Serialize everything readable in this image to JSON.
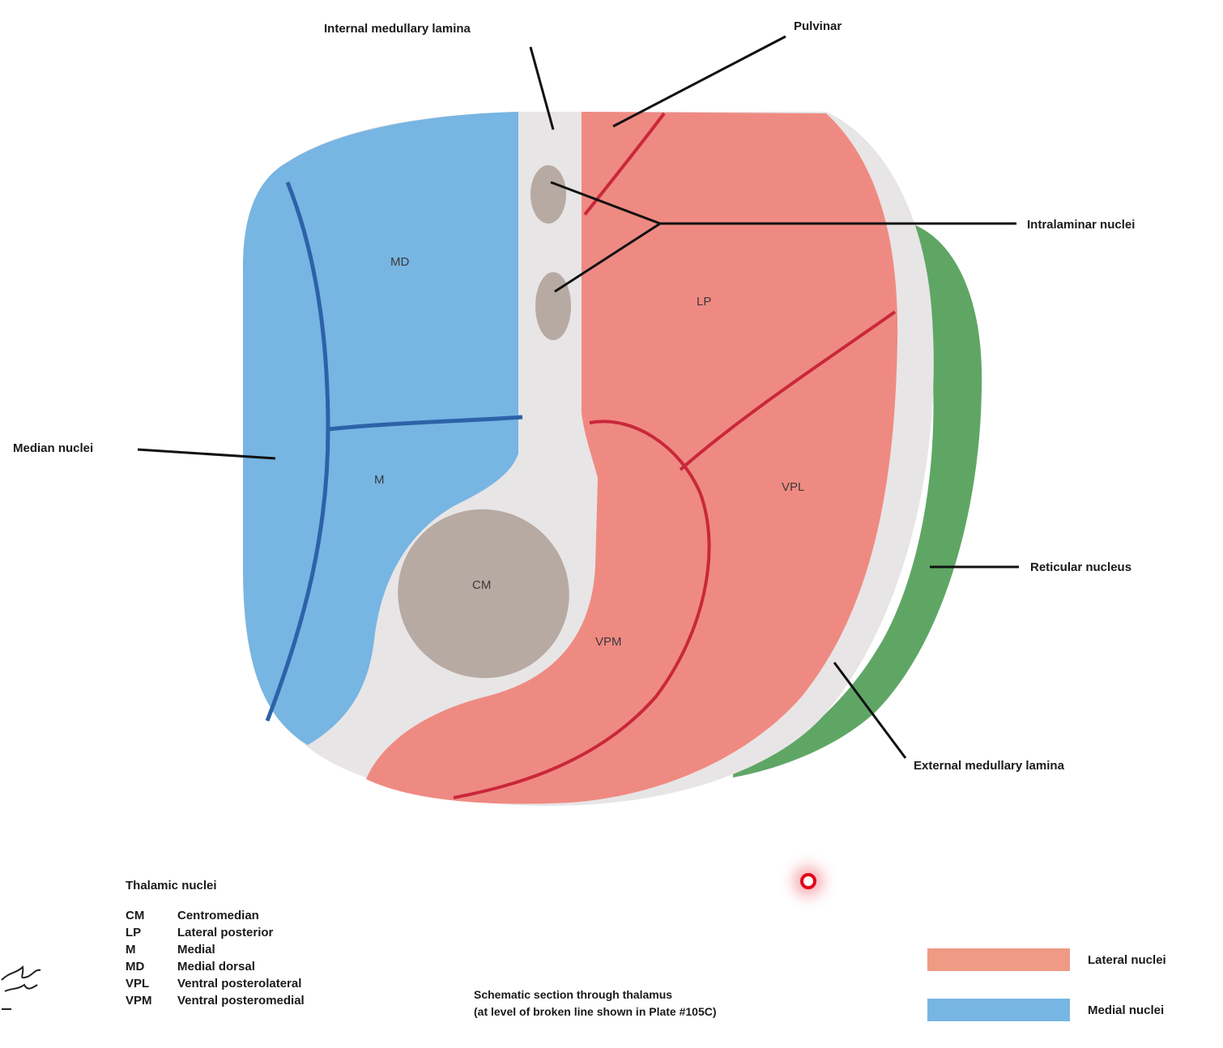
{
  "colors": {
    "medial": "#77b5e3",
    "medial_lines": "#2d62a8",
    "lateral": "#ef8a82",
    "lateral_lines": "#c9283a",
    "lamina": "#e8e5e6",
    "reticular": "#5fa665",
    "intralaminar": "#b7aaa3"
  },
  "labels": {
    "internal_lamina": "Internal medullary lamina",
    "pulvinar": "Pulvinar",
    "intralaminar": "Intralaminar nuclei",
    "median_nuclei": "Median nuclei",
    "reticular": "Reticular nucleus",
    "external_lamina": "External medullary lamina"
  },
  "regions": {
    "md": "MD",
    "m": "M",
    "lp": "LP",
    "vpl": "VPL",
    "vpm": "VPM",
    "cm": "CM"
  },
  "key": {
    "title": "Thalamic nuclei",
    "items": [
      {
        "abbr": "CM",
        "name": "Centromedian"
      },
      {
        "abbr": "LP",
        "name": "Lateral posterior"
      },
      {
        "abbr": "M",
        "name": "Medial"
      },
      {
        "abbr": "MD",
        "name": "Medial dorsal"
      },
      {
        "abbr": "VPL",
        "name": "Ventral posterolateral"
      },
      {
        "abbr": "VPM",
        "name": "Ventral posteromedial"
      }
    ]
  },
  "caption": {
    "line1": "Schematic section through thalamus",
    "line2": "(at level of broken line shown in Plate #105C)"
  },
  "legend": [
    {
      "label": "Lateral nuclei",
      "color": "#ef9a84"
    },
    {
      "label": "Medial nuclei",
      "color": "#77b5e3"
    }
  ]
}
